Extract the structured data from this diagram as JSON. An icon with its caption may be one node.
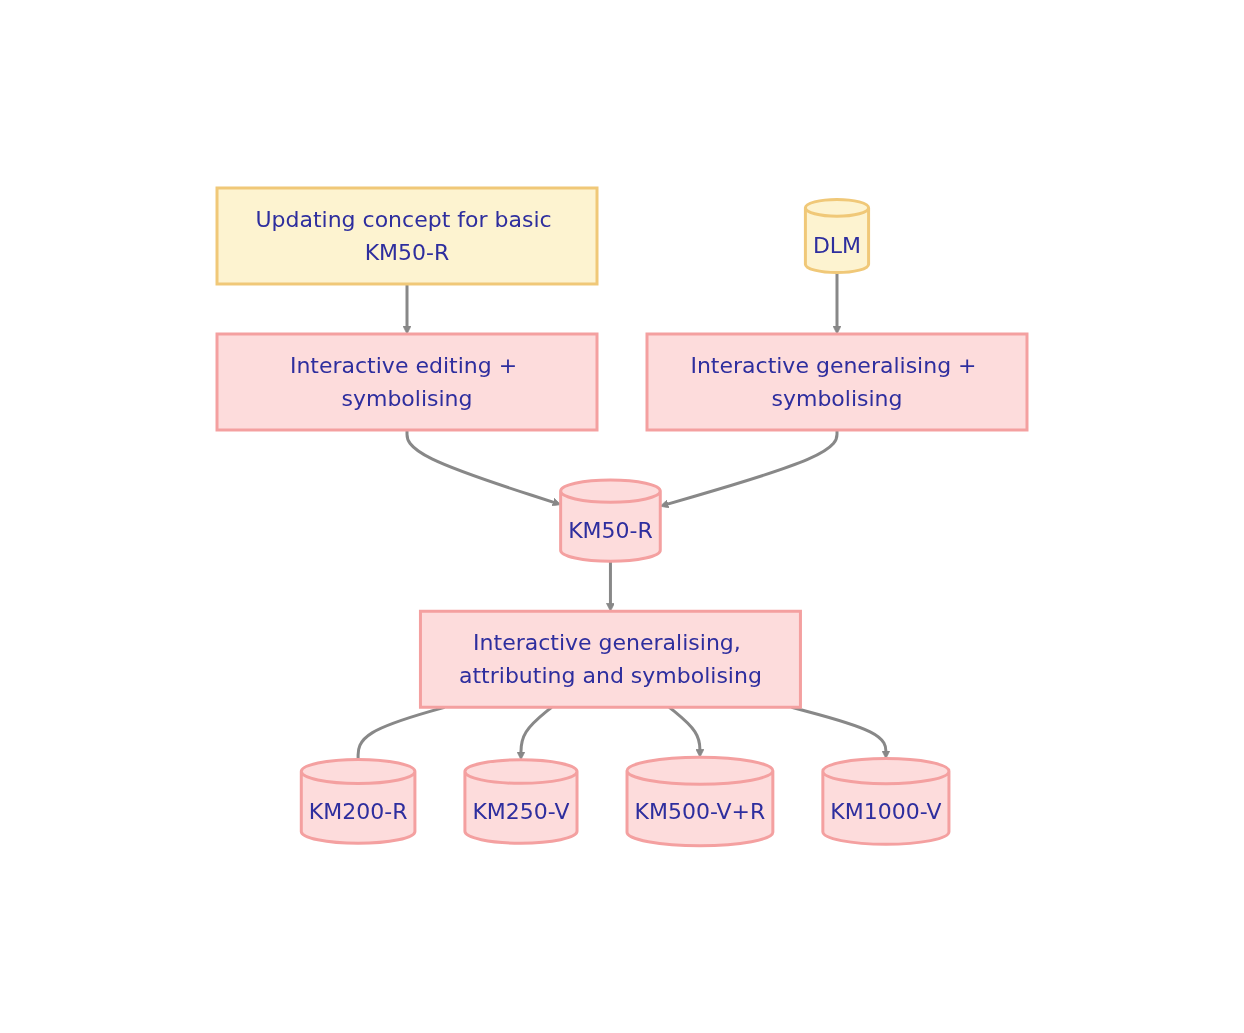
{
  "diagram": {
    "nodes": [
      {
        "text": [
          "Updating concept for basic KM50-R"
        ]
      },
      {
        "text": [
          "DLM"
        ]
      },
      {
        "text": [
          "Interactive editing + symbolising"
        ]
      },
      {
        "text": [
          "Interactive generalising + symbolising"
        ]
      },
      {
        "text": [
          "KM50-R"
        ]
      },
      {
        "text": [
          "Interactive generalising, attributing and symbolising"
        ]
      },
      {
        "text": [
          "KM200-R"
        ]
      },
      {
        "text": [
          "KM250-V"
        ]
      },
      {
        "text": [
          "KM500-V+R"
        ]
      },
      {
        "text": [
          "KM1000-V"
        ]
      }
    ],
    "edges": [
      {
        "from": 0,
        "to": 2,
        "arrow": "to"
      },
      {
        "from": 1,
        "to": 3,
        "arrow": "to"
      },
      {
        "from": 2,
        "to": 4,
        "arrow": "to"
      },
      {
        "from": 3,
        "to": 4,
        "arrow": "to"
      },
      {
        "from": 4,
        "to": 5,
        "arrow": "to"
      },
      {
        "from": 5,
        "to": 6,
        "arrow": "none"
      },
      {
        "from": 5,
        "to": 7,
        "arrow": "to"
      },
      {
        "from": 5,
        "to": 8,
        "arrow": "to"
      },
      {
        "from": 5,
        "to": 9,
        "arrow": "to"
      }
    ]
  }
}
